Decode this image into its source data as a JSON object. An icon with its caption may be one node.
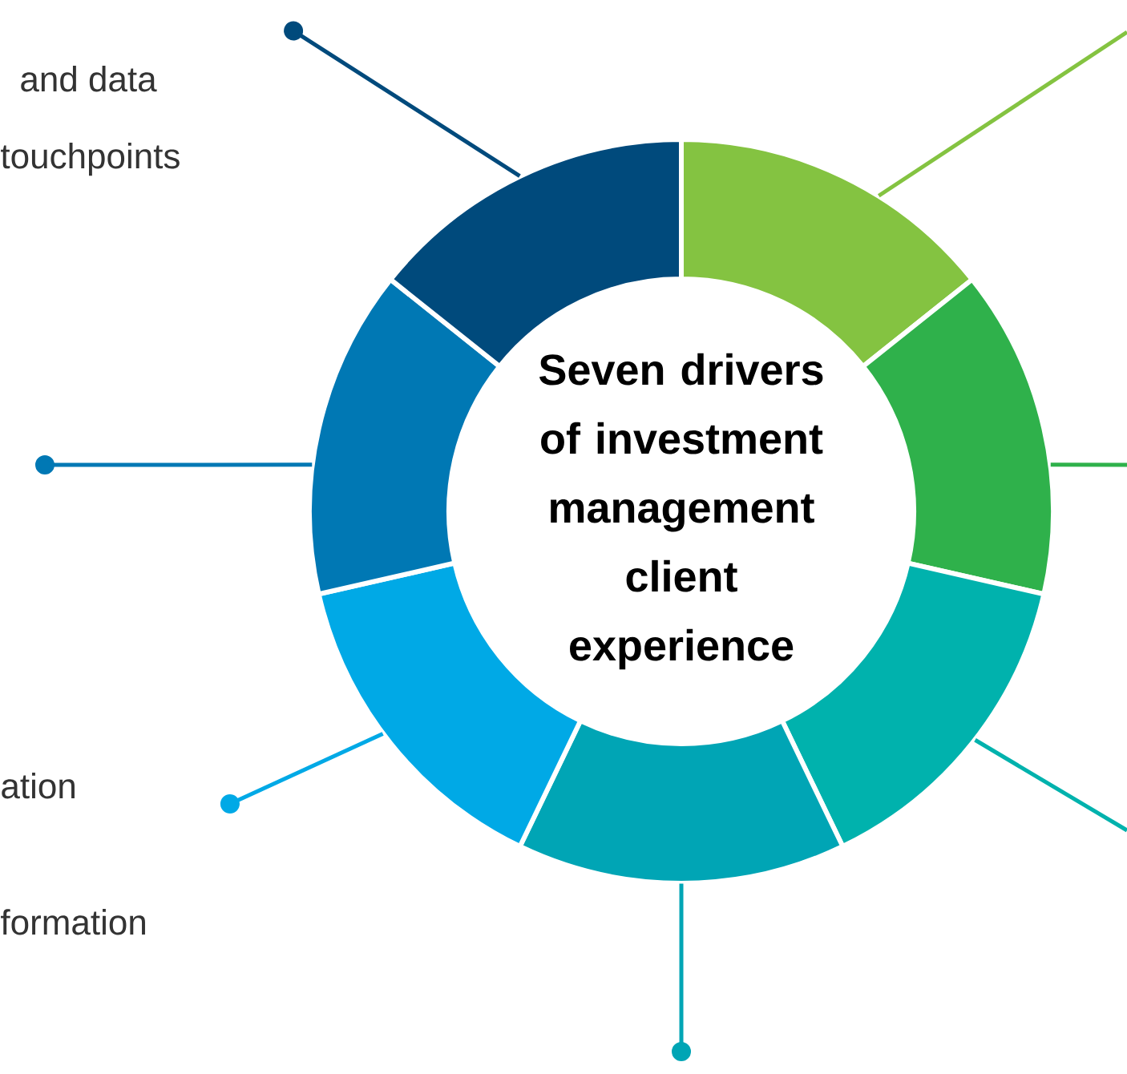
{
  "diagram": {
    "nodes": [
      {
        "text": [
          "Seven drivers of investment management client experience"
        ]
      },
      {
        "text": [],
        "shape": "segment"
      },
      {
        "text": [],
        "shape": "segment"
      },
      {
        "text": [],
        "shape": "segment"
      },
      {
        "text": [],
        "shape": "segment"
      },
      {
        "text": [],
        "shape": "segment"
      },
      {
        "text": [],
        "shape": "segment"
      },
      {
        "text": [],
        "shape": "segment"
      }
    ],
    "edges": [
      {
        "from": null,
        "to": 1,
        "arrow": "none",
        "color": "#84c341"
      },
      {
        "from": null,
        "to": 2,
        "arrow": "none",
        "color": "#2fb14b"
      },
      {
        "from": null,
        "to": 3,
        "arrow": "none",
        "color": "#00b2ad"
      },
      {
        "from": null,
        "to": 4,
        "arrow": "other",
        "color": "#00a5b5"
      },
      {
        "from": null,
        "to": 5,
        "arrow": "other",
        "color": "#00a9e6"
      },
      {
        "from": null,
        "to": 6,
        "arrow": "other",
        "color": "#0078b4"
      },
      {
        "from": null,
        "to": 7,
        "arrow": "other",
        "color": "#004a7c"
      }
    ],
    "labels": [
      "and data",
      "touchpoints",
      "ation",
      "formation"
    ]
  }
}
